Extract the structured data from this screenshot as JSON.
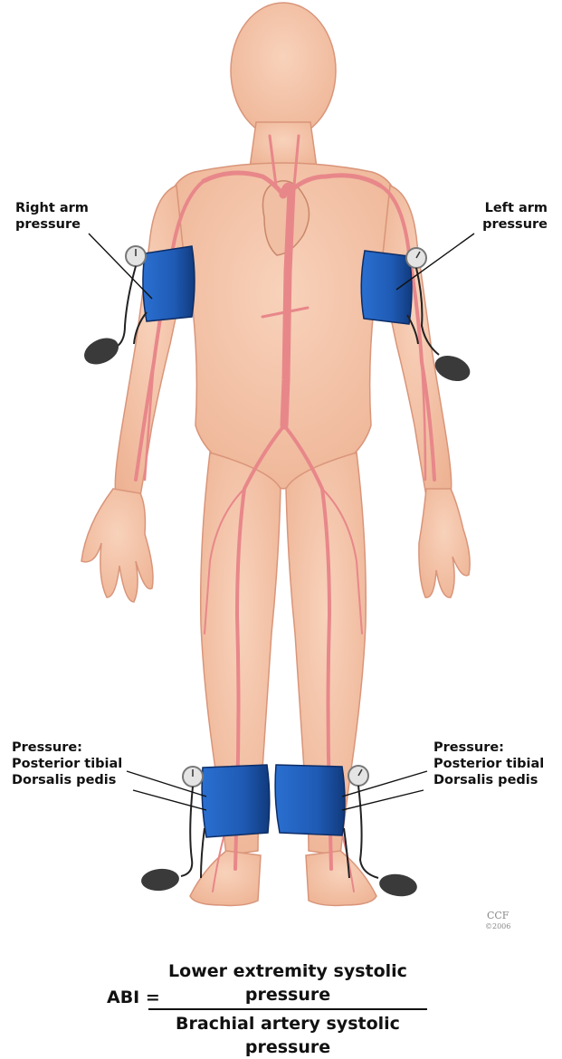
{
  "labels": {
    "right_arm": "Right arm\npressure",
    "left_arm": "Left arm\npressure",
    "right_ankle": "Pressure:\nPosterior tibial\nDorsalis pedis",
    "left_ankle": "Pressure:\nPosterior tibial\nDorsalis pedis"
  },
  "watermark": {
    "line1": "CCF",
    "line2": "©2006"
  },
  "formula": {
    "lhs": "ABI =",
    "numerator": "Lower extremity systolic pressure",
    "denominator": "Brachial artery systolic pressure"
  },
  "colors": {
    "skin": "#f4c4a8",
    "skin_shadow": "#e6a98c",
    "artery": "#e8878a",
    "cuff": "#1f5bb5",
    "cuff_dark": "#113a7d",
    "bulb": "#3a3a3a",
    "gauge": "#dcdcdc"
  }
}
